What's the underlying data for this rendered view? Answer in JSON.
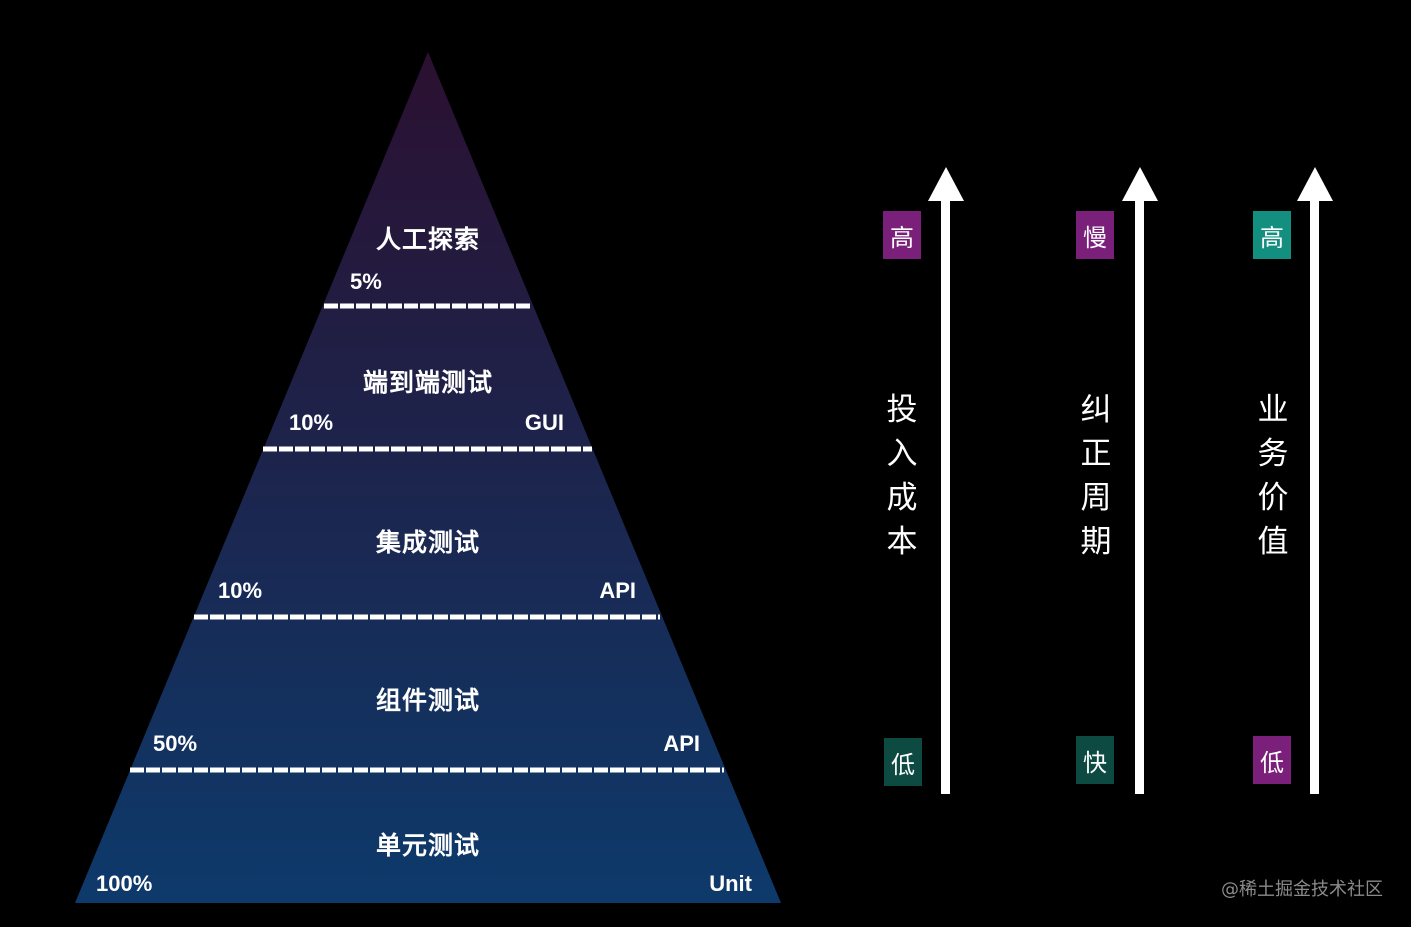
{
  "pyramid": {
    "layers": [
      {
        "title": "人工探索",
        "percent": "5%",
        "tag": ""
      },
      {
        "title": "端到端测试",
        "percent": "10%",
        "tag": "GUI"
      },
      {
        "title": "集成测试",
        "percent": "10%",
        "tag": "API"
      },
      {
        "title": "组件测试",
        "percent": "50%",
        "tag": "API"
      },
      {
        "title": "单元测试",
        "percent": "100%",
        "tag": "Unit"
      }
    ],
    "colors": {
      "top": "#2b1030",
      "bottom": "#0d3a6b"
    }
  },
  "axes": [
    {
      "label": "投入成本",
      "high": "高",
      "low": "低",
      "high_color": "#7a1f7a",
      "low_color": "#0d4a42"
    },
    {
      "label": "纠正周期",
      "high": "慢",
      "low": "快",
      "high_color": "#7a1f7a",
      "low_color": "#0d4a42"
    },
    {
      "label": "业务价值",
      "high": "高",
      "low": "低",
      "high_color": "#138f80",
      "low_color": "#7a1f7a"
    }
  ],
  "watermark": "@稀土掘金技术社区"
}
